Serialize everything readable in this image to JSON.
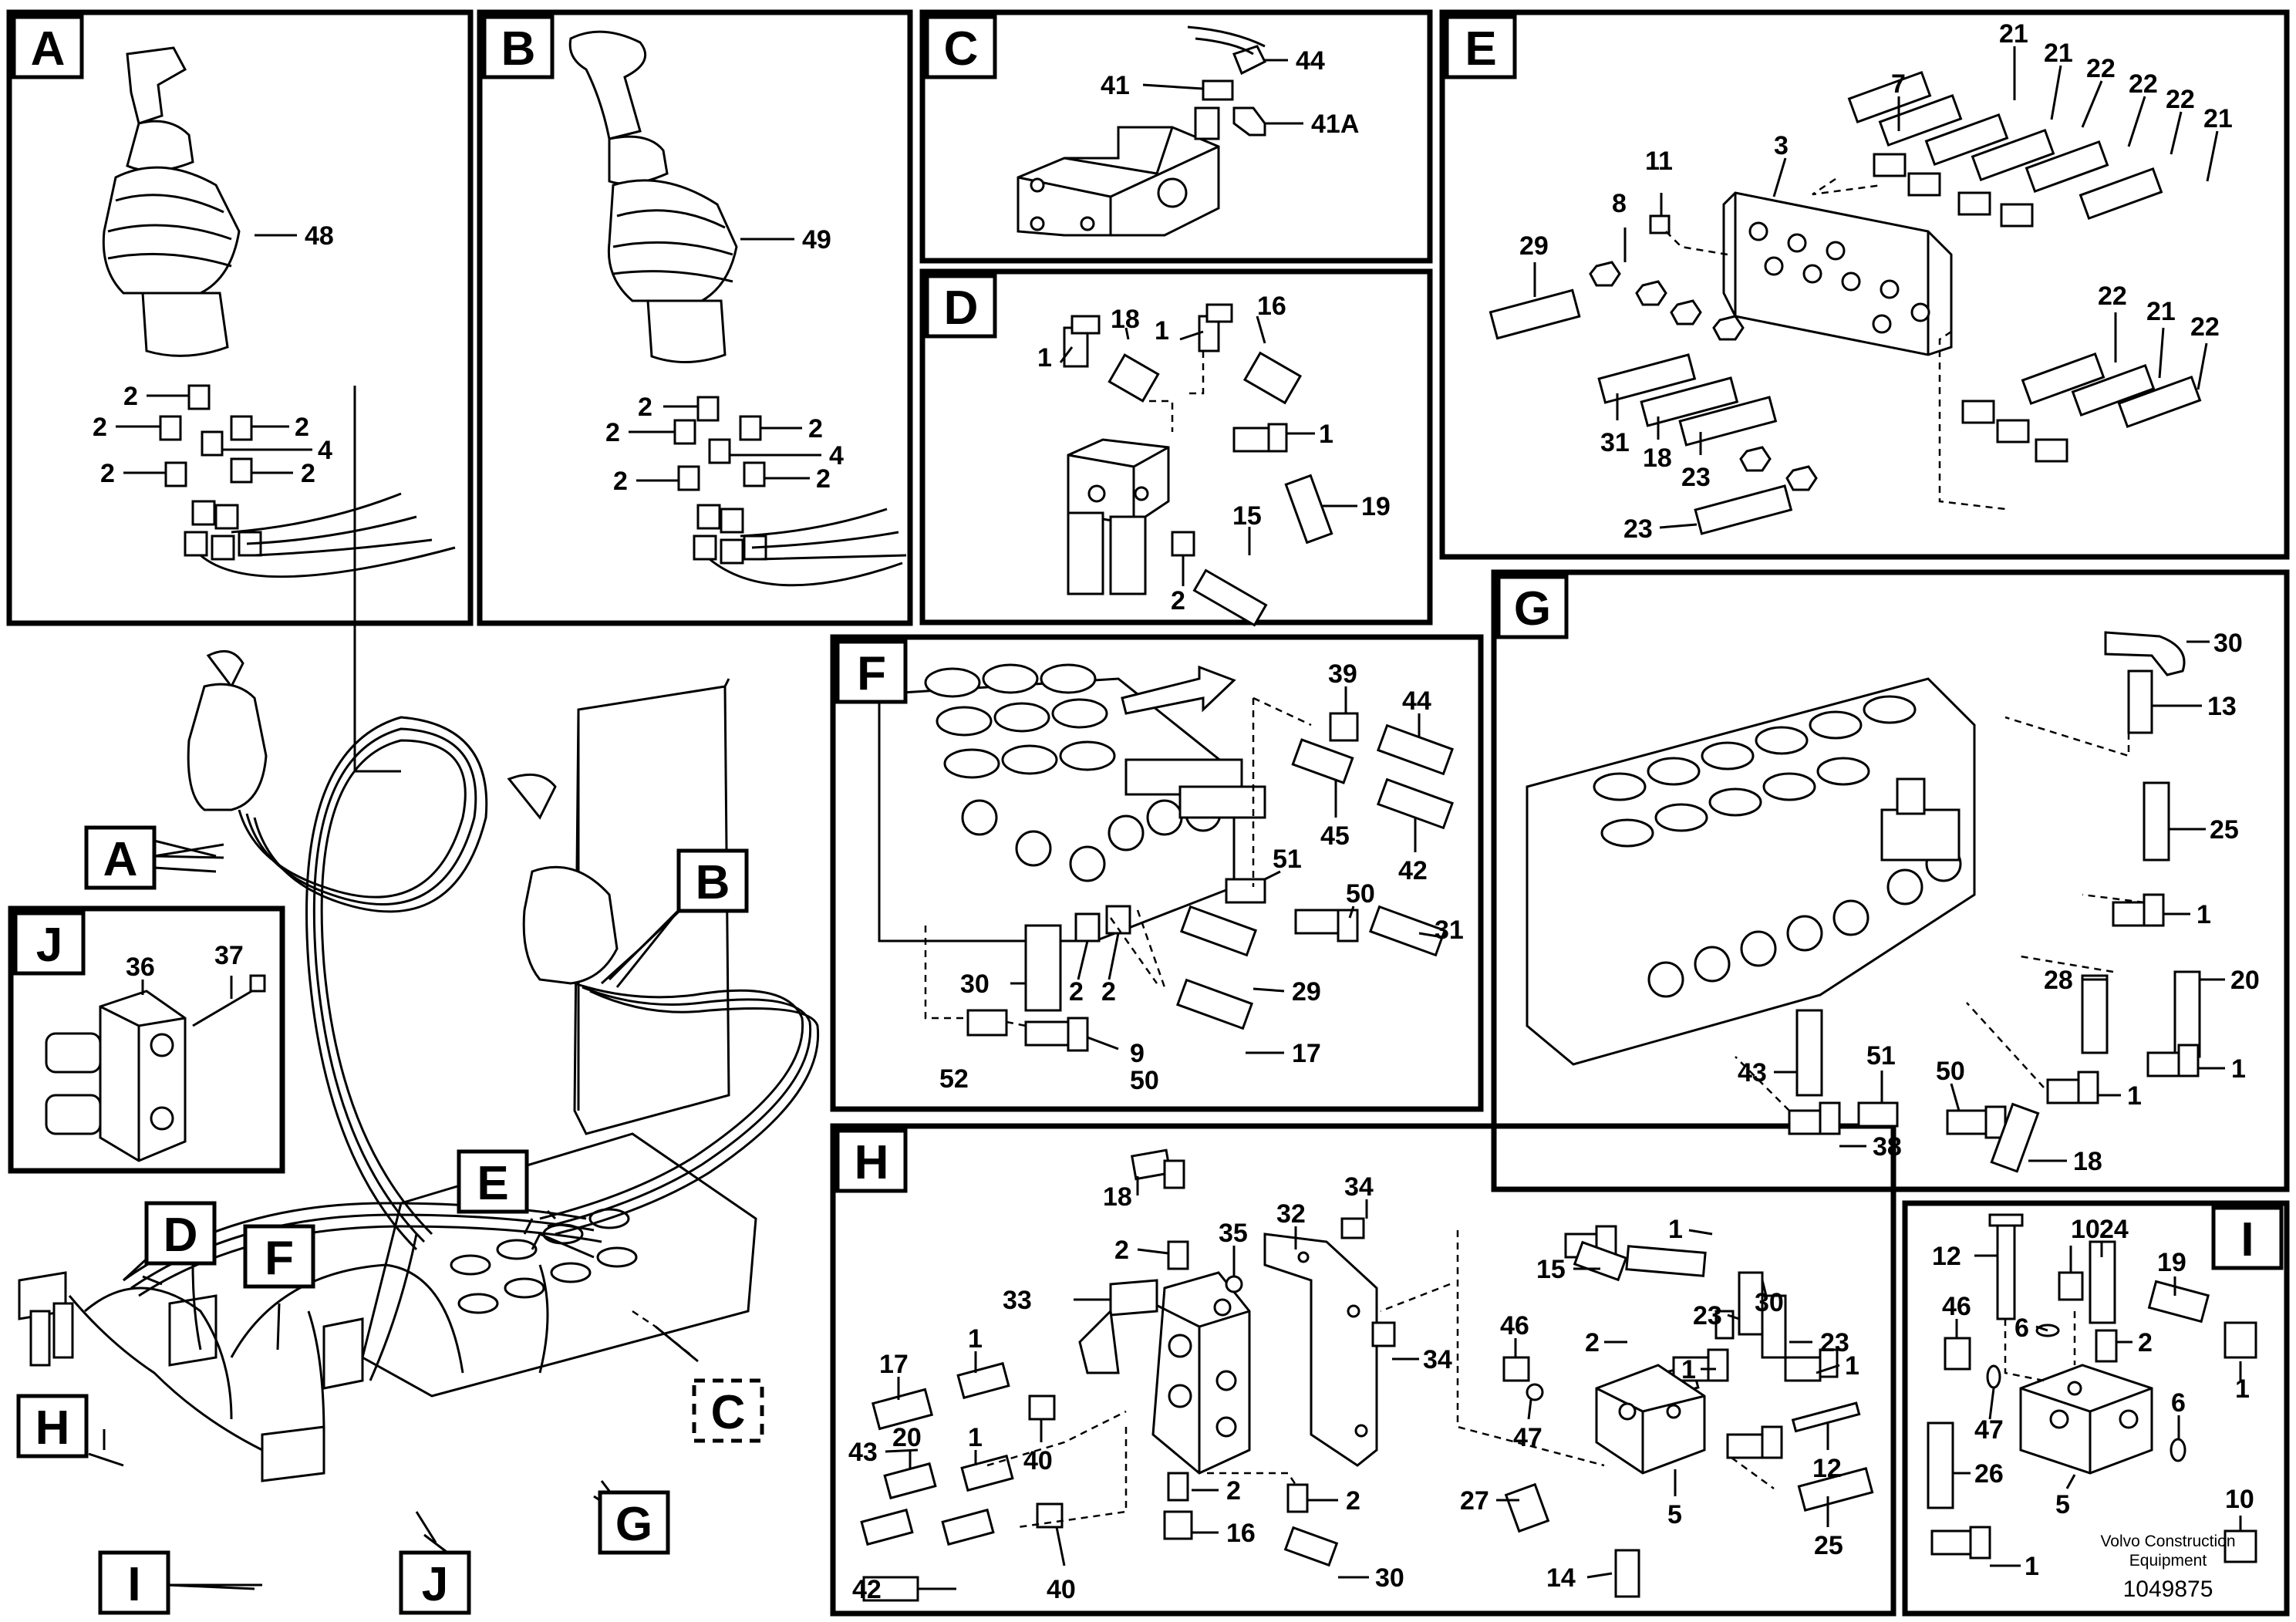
{
  "sections": [
    "A",
    "B",
    "C",
    "D",
    "E",
    "F",
    "G",
    "H",
    "I",
    "J"
  ],
  "overview_callouts": [
    "A",
    "B",
    "C",
    "D",
    "E",
    "F",
    "G",
    "H",
    "I",
    "J"
  ],
  "labels": {
    "A": [
      "48",
      "2",
      "2",
      "2",
      "4",
      "2",
      "2"
    ],
    "B": [
      "49",
      "2",
      "2",
      "2",
      "4",
      "2",
      "2"
    ],
    "C": [
      "44",
      "41",
      "41A"
    ],
    "D": [
      "18",
      "1",
      "1",
      "16",
      "1",
      "19",
      "15",
      "2"
    ],
    "E": [
      "21",
      "21",
      "22",
      "22",
      "22",
      "21",
      "7",
      "3",
      "11",
      "8",
      "29",
      "22",
      "21",
      "22",
      "31",
      "18",
      "23",
      "23"
    ],
    "F": [
      "39",
      "44",
      "45",
      "42",
      "51",
      "50",
      "31",
      "30",
      "2",
      "2",
      "29",
      "17",
      "52",
      "9",
      "50"
    ],
    "G": [
      "30",
      "13",
      "25",
      "1",
      "28",
      "20",
      "1",
      "1",
      "43",
      "51",
      "50",
      "38",
      "18"
    ],
    "H": [
      "32",
      "34",
      "18",
      "35",
      "2",
      "33",
      "17",
      "1",
      "43",
      "40",
      "34",
      "20",
      "1",
      "2",
      "2",
      "16",
      "42",
      "40",
      "30",
      "1",
      "15",
      "30",
      "46",
      "2",
      "23",
      "23",
      "1",
      "1",
      "47",
      "12",
      "27",
      "5",
      "25",
      "14"
    ],
    "I": [
      "10",
      "24",
      "12",
      "19",
      "46",
      "6",
      "2",
      "1",
      "6",
      "47",
      "10",
      "26",
      "5",
      "1"
    ],
    "J": [
      "36",
      "37"
    ]
  },
  "footer": {
    "brand_line1": "Volvo Construction",
    "brand_line2": "Equipment",
    "doc_number": "1049875"
  }
}
